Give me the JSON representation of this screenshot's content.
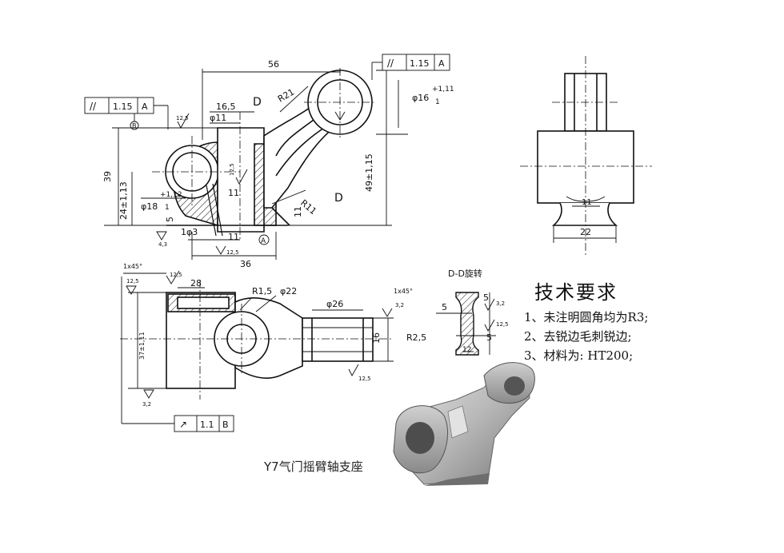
{
  "dimensions": {
    "top_width": "56",
    "bore_top": "φ16",
    "bore_top_tol_upper": "+1,11",
    "bore_top_tol_lower": "1",
    "height_total": "49±1,15",
    "width_16_5": "16,5",
    "dia_11": "φ11",
    "radius_21": "R21",
    "radius_11": "R11",
    "height_39": "39",
    "height_24": "24±1,13",
    "bore_left": "φ18",
    "bore_left_tol_upper": "+1,12",
    "bore_left_tol_lower": "1",
    "dim_5": "5",
    "dim_11a": "11",
    "dim_11b": "11",
    "dim_11c": "11",
    "dia_3": "1φ3",
    "width_36": "36",
    "side_width_22": "22",
    "side_slot_11": "11",
    "view_label_d1": "D",
    "view_label_d2": "D",
    "datum_a_mark": "A",
    "datum_b_mark": "B",
    "dim_28": "28",
    "radius_1_5": "R1,5",
    "dia_22": "φ22",
    "dia_26": "φ26",
    "dim_16": "16",
    "chamfer_left": "1x45°",
    "chamfer_right": "1x45°",
    "height_37": "37±1,11",
    "section_width_5a": "5",
    "section_width_5b": "5",
    "section_r2_5": "R2,5",
    "section_12": "12",
    "section_5c": "5"
  },
  "feature_frames": {
    "frame_left": {
      "symbol": "//",
      "value": "1.15",
      "datum": "A"
    },
    "frame_top": {
      "symbol": "//",
      "value": "1.15",
      "datum": "A"
    },
    "frame_bottom": {
      "symbol": "↗",
      "value": "1.1",
      "datum": "B"
    }
  },
  "roughness": {
    "r1": "12,5",
    "r2": "12,5",
    "r3": "4,3",
    "r4": "12,5",
    "r5": "12,5",
    "r6": "12,5",
    "r7": "3,2",
    "r8": "12,5",
    "r9": "3,2",
    "r10": "3,2",
    "r11": "12,5"
  },
  "section_view": {
    "title": "D-D旋转"
  },
  "technical_requirements": {
    "title": "技术要求",
    "items": [
      "1、未注明圆角均为R3;",
      "2、去锐边毛刺锐边;",
      "3、材料为: HT200;"
    ]
  },
  "caption": "Y7气门摇臂轴支座",
  "colors": {
    "line": "#111111",
    "hatch": "#333333",
    "model_light": "#d8d8d8",
    "model_dark": "#7a7a7a"
  }
}
